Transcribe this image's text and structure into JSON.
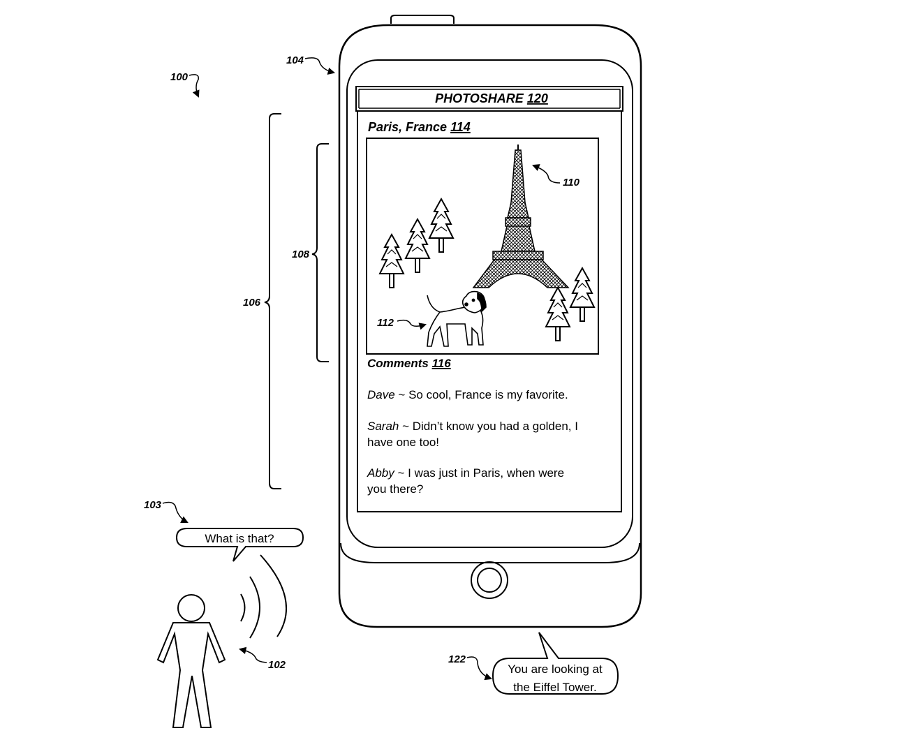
{
  "figure": {
    "number": "100",
    "refs": {
      "user": "102",
      "user_query": "103",
      "device": "104",
      "page_region": "106",
      "image_region": "108",
      "landmark": "110",
      "dog": "112",
      "assistant_reply": "122"
    }
  },
  "app": {
    "title": "PHOTOSHARE",
    "title_ref": "120",
    "location": "Paris, France",
    "location_ref": "114",
    "comments_heading": "Comments",
    "comments_ref": "116",
    "comments": [
      {
        "author": "Dave",
        "sep": " ~ ",
        "lines": [
          "So cool, France is my favorite."
        ]
      },
      {
        "author": "Sarah",
        "sep": " ~ ",
        "lines": [
          "Didn’t know you had a golden, I",
          "have one too!"
        ]
      },
      {
        "author": "Abby",
        "sep": " ~ ",
        "lines": [
          "I was just in Paris, when were",
          "you there?"
        ]
      }
    ]
  },
  "speech": {
    "user_query": "What is that?",
    "reply_lines": [
      "You are looking at",
      "the Eiffel Tower."
    ]
  },
  "icons": [
    "home-button-icon",
    "eiffel-tower-icon",
    "dog-icon",
    "tree-icon",
    "person-icon",
    "sound-wave-icon"
  ]
}
